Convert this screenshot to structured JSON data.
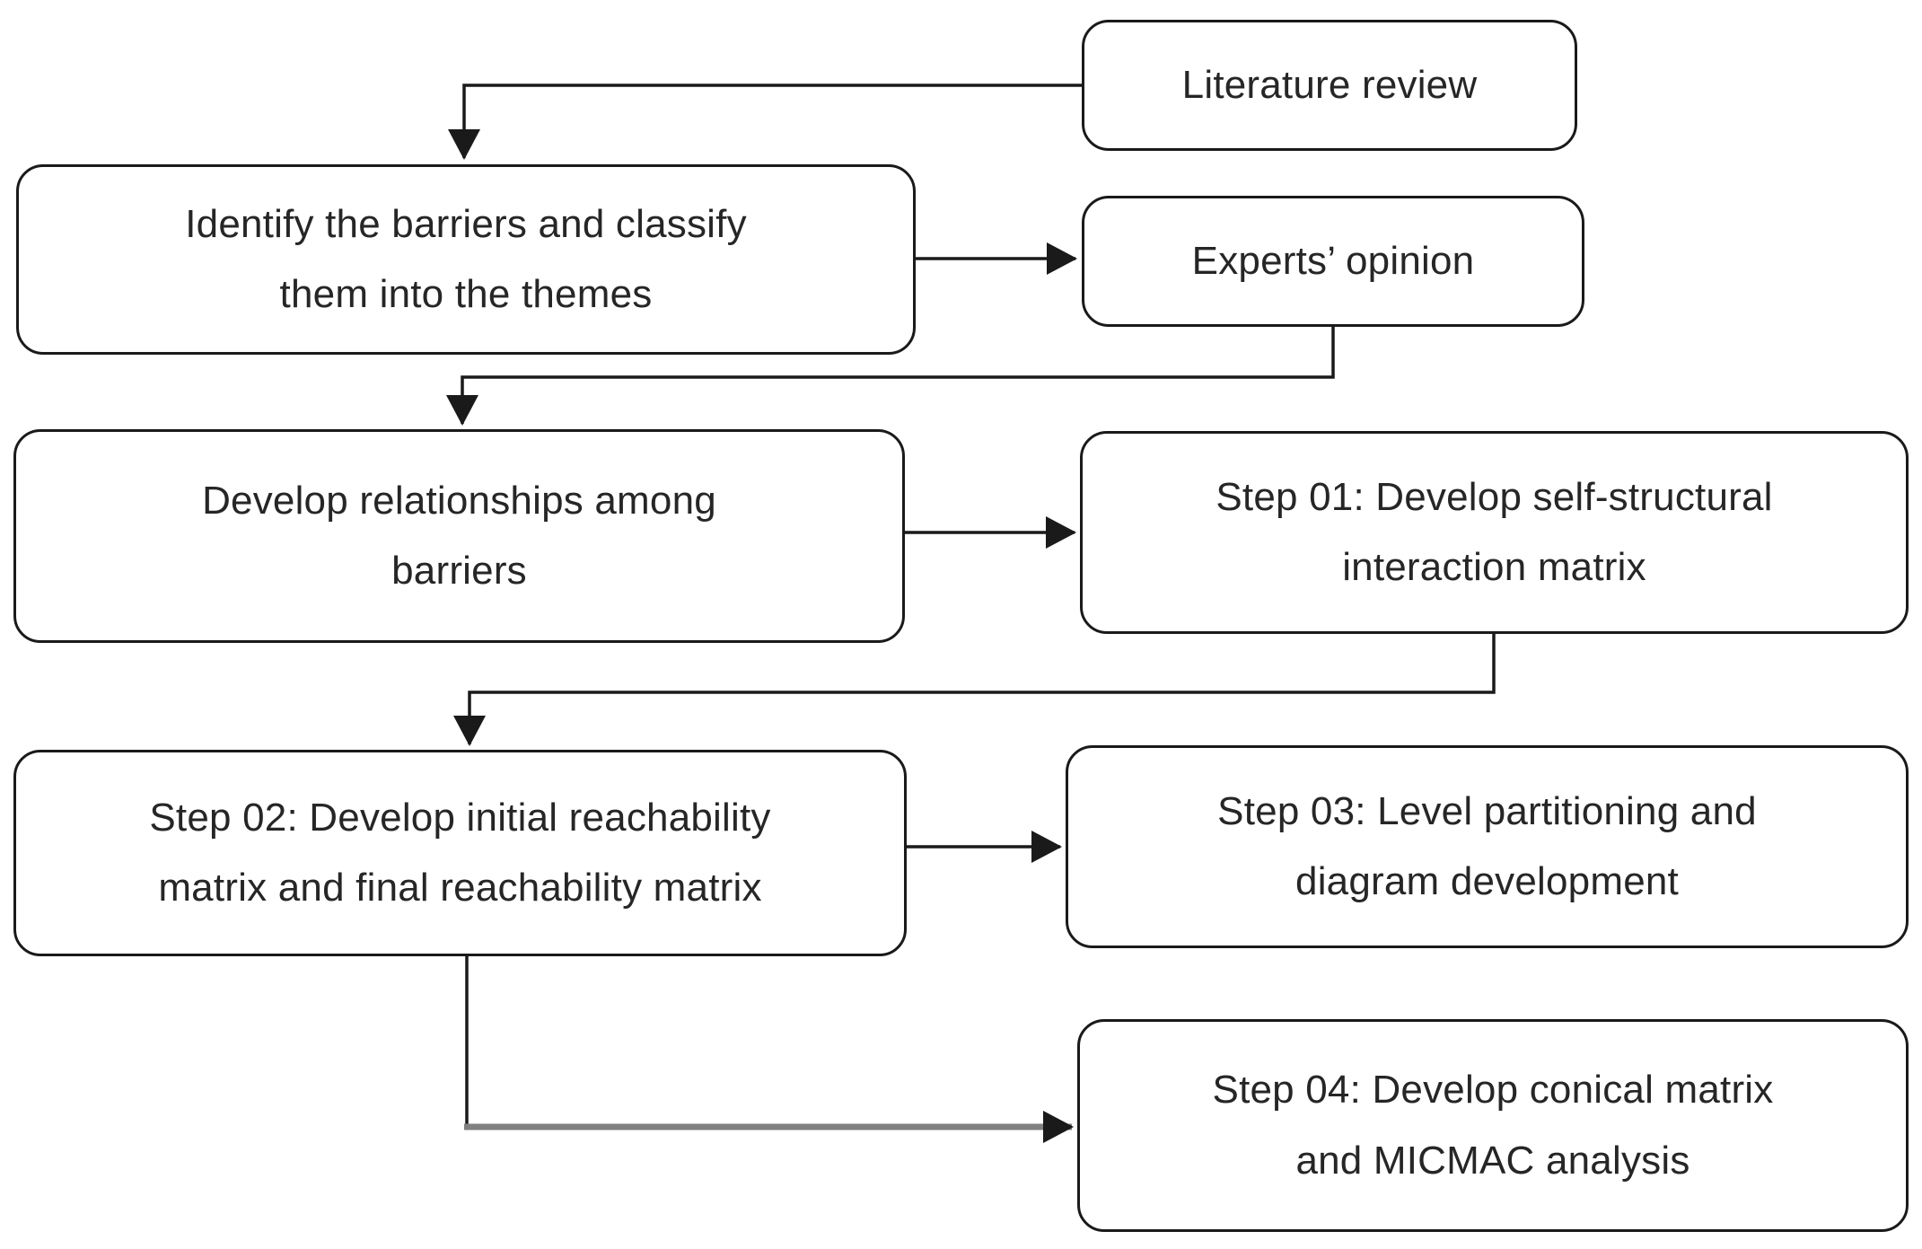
{
  "diagram": {
    "title": "ISM methodology flowchart",
    "colors": {
      "background": "#ffffff",
      "stroke": "#1a1a1a",
      "text": "#262626",
      "gray_connector": "#808080"
    },
    "nodes": [
      {
        "id": "literature-review",
        "lines": [
          "Literature review"
        ]
      },
      {
        "id": "identify-barriers",
        "lines": [
          "Identify the barriers and classify",
          "them into the themes"
        ]
      },
      {
        "id": "experts-opinion",
        "lines": [
          "Experts’ opinion"
        ]
      },
      {
        "id": "develop-relationships",
        "lines": [
          "Develop relationships among",
          "barriers"
        ]
      },
      {
        "id": "step-01",
        "lines": [
          "Step 01: Develop self-structural",
          "interaction matrix"
        ]
      },
      {
        "id": "step-02",
        "lines": [
          "Step 02: Develop initial reachability",
          "matrix and final reachability matrix"
        ]
      },
      {
        "id": "step-03",
        "lines": [
          "Step 03: Level partitioning and",
          "diagram development"
        ]
      },
      {
        "id": "step-04",
        "lines": [
          "Step 04: Develop conical matrix",
          "and MICMAC analysis"
        ]
      }
    ],
    "connections": [
      {
        "from": "literature-review",
        "to": "identify-barriers"
      },
      {
        "from": "identify-barriers",
        "to": "experts-opinion"
      },
      {
        "from": "experts-opinion",
        "to": "develop-relationships"
      },
      {
        "from": "develop-relationships",
        "to": "step-01"
      },
      {
        "from": "step-01",
        "to": "step-02"
      },
      {
        "from": "step-02",
        "to": "step-03"
      },
      {
        "from": "step-02",
        "to": "step-04"
      }
    ]
  }
}
